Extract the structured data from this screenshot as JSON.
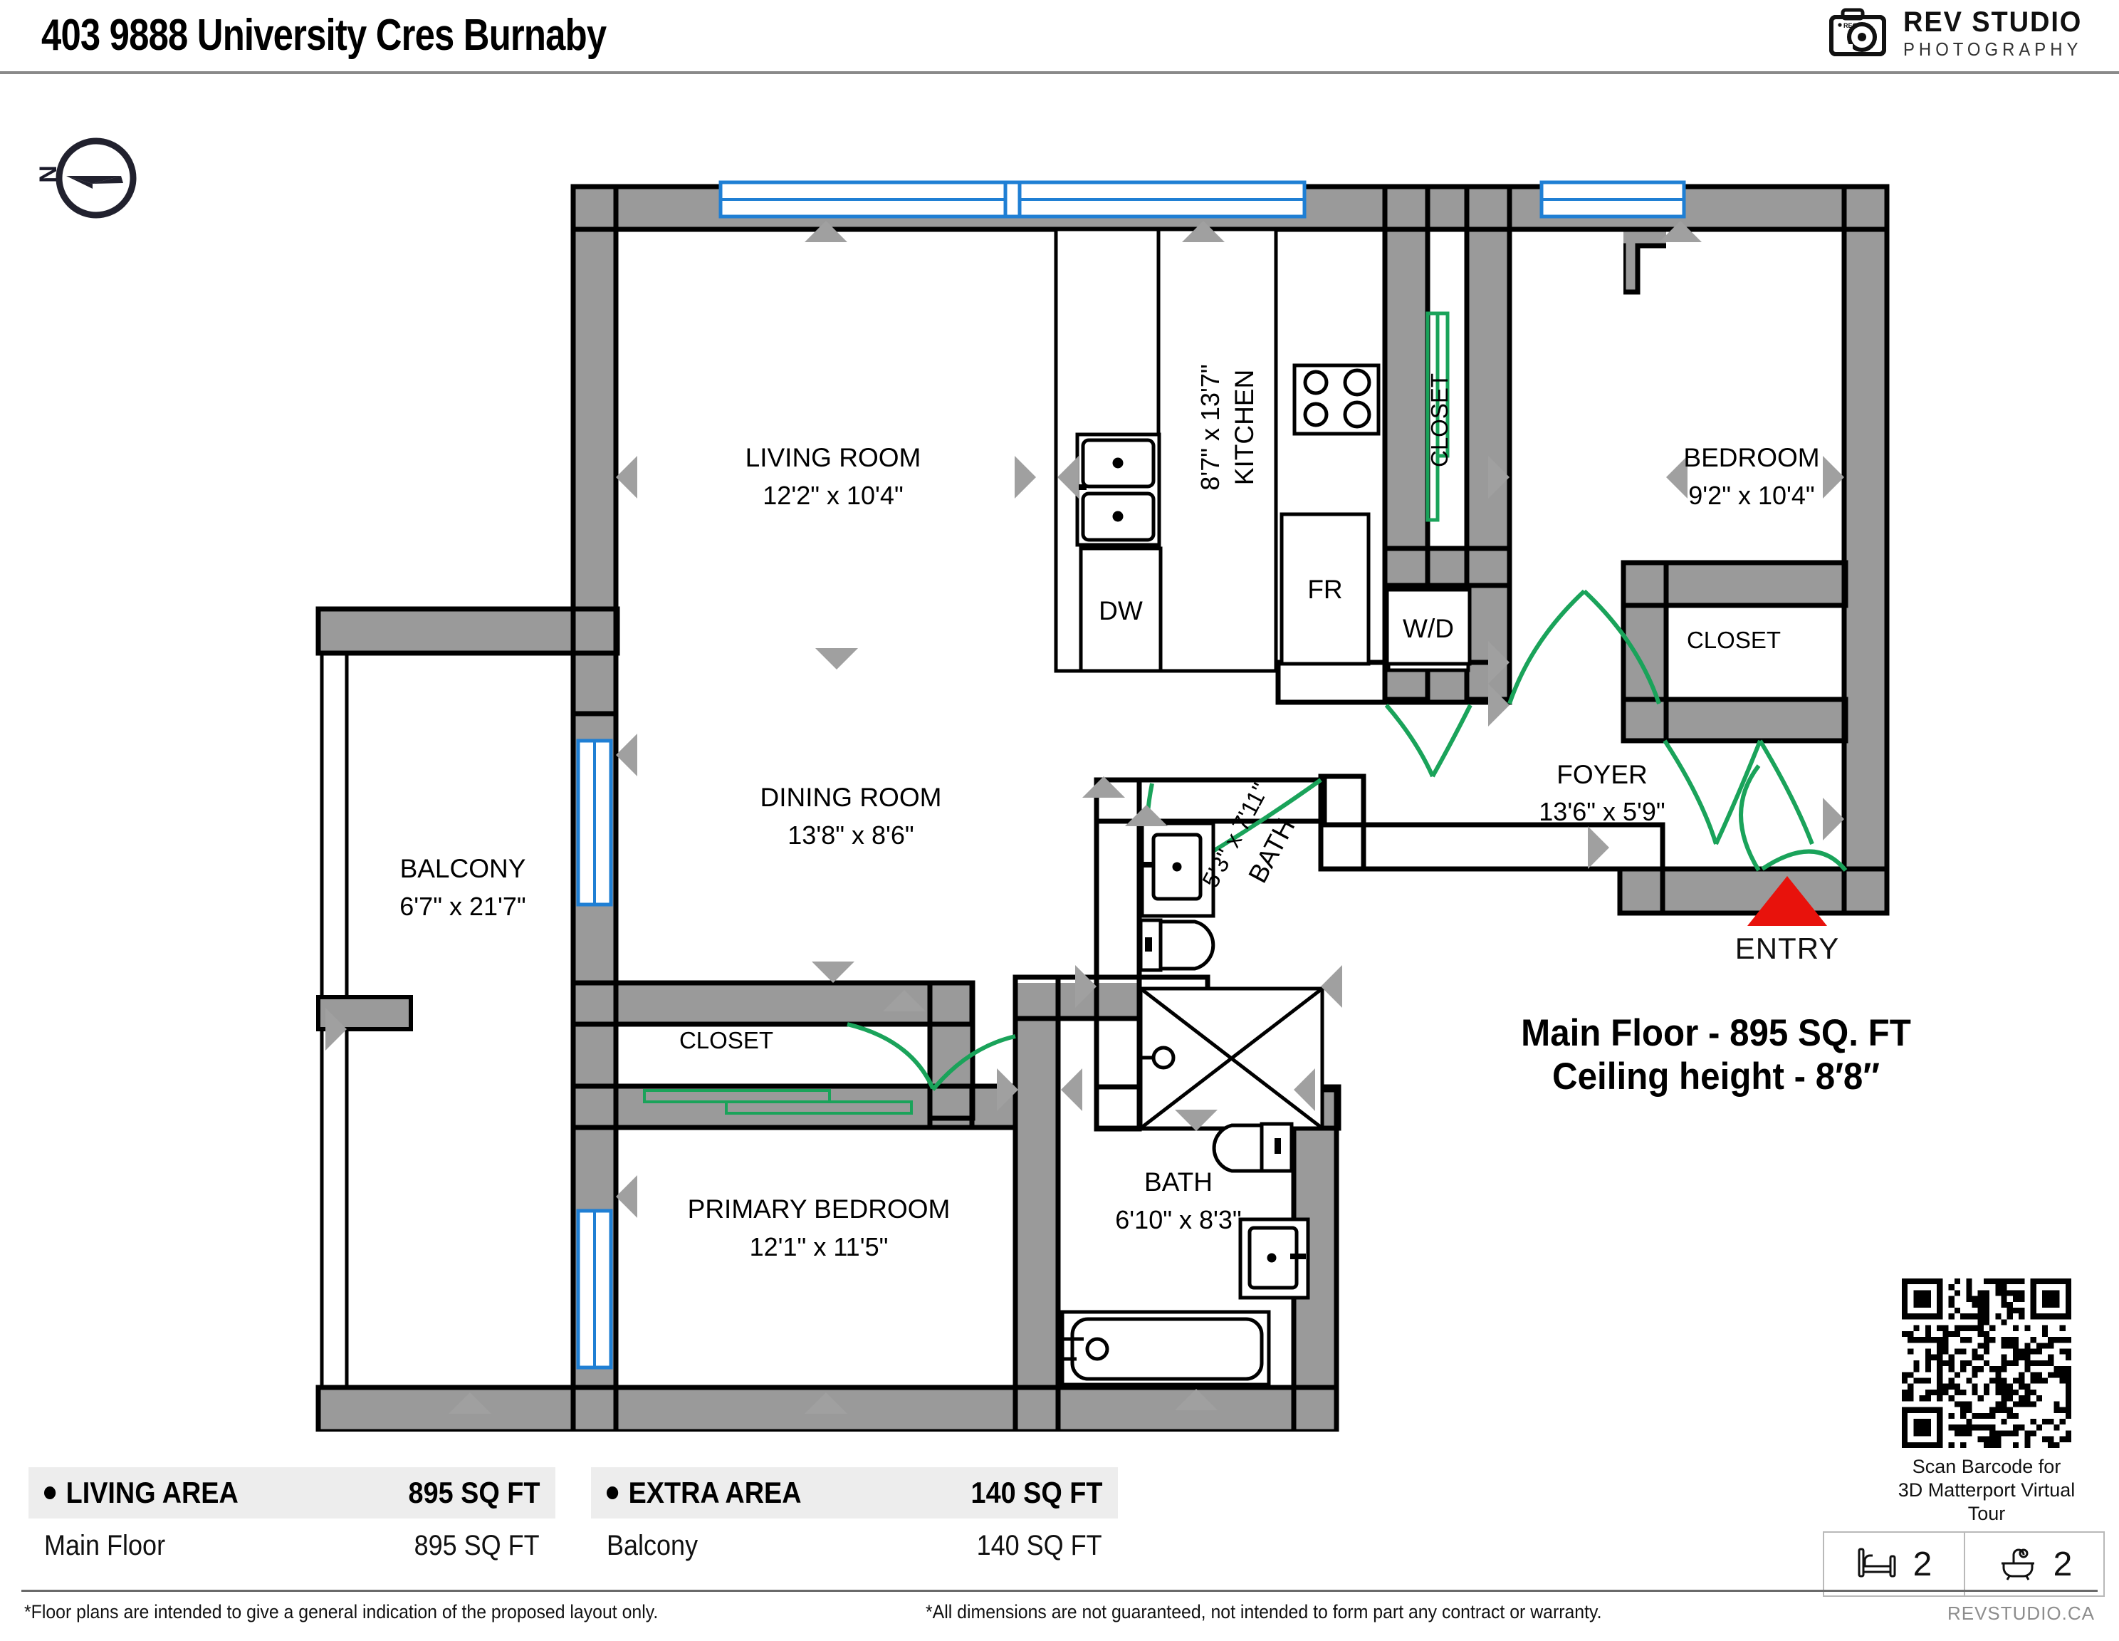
{
  "header": {
    "title": "403 9888 University Cres Burnaby",
    "brand_name": "REV STUDIO",
    "brand_sub": "PHOTOGRAPHY",
    "brand_icon": "camera-icon"
  },
  "compass": {
    "north_label": "N",
    "icon": "compass-needle-icon"
  },
  "floorplan": {
    "rooms": [
      {
        "key": "living_room",
        "name": "LIVING ROOM",
        "dim": "12'2\" x 10'4\""
      },
      {
        "key": "kitchen",
        "name": "KITCHEN",
        "dim": "8'7\" x 13'7\""
      },
      {
        "key": "bedroom",
        "name": "BEDROOM",
        "dim": "9'2\" x 10'4\""
      },
      {
        "key": "closet_bedroom",
        "name": "CLOSET",
        "dim": ""
      },
      {
        "key": "closet_foyer",
        "name": "CLOSET",
        "dim": ""
      },
      {
        "key": "foyer",
        "name": "FOYER",
        "dim": "13'6\" x 5'9\""
      },
      {
        "key": "dining_room",
        "name": "DINING ROOM",
        "dim": "13'8\" x 8'6\""
      },
      {
        "key": "balcony",
        "name": "BALCONY",
        "dim": "6'7\" x 21'7\""
      },
      {
        "key": "closet_primary",
        "name": "CLOSET",
        "dim": ""
      },
      {
        "key": "primary_bedroom",
        "name": "PRIMARY BEDROOM",
        "dim": "12'1\" x 11'5\""
      },
      {
        "key": "bath_ensuite",
        "name": "BATH",
        "dim": "5'3\" x 7'11\""
      },
      {
        "key": "bath_main",
        "name": "BATH",
        "dim": "6'10\" x 8'3\""
      }
    ],
    "fixtures": {
      "dishwasher": "DW",
      "fridge": "FR",
      "washer_dryer": "W/D"
    },
    "colors": {
      "wall_fill": "#9a9a9a",
      "wall_stroke": "#000000",
      "window": "#1f7fd4",
      "door_swing": "#1aa35a",
      "entry_marker": "#e8120c"
    }
  },
  "entry": {
    "label": "ENTRY",
    "marker": "red-triangle"
  },
  "floor_summary": {
    "line1": "Main Floor - 895 SQ. FT",
    "line2": "Ceiling height - 8′8″"
  },
  "qr": {
    "caption_line1": "Scan Barcode for",
    "caption_line2": "3D Matterport Virtual Tour"
  },
  "badges": [
    {
      "icon": "bed-icon",
      "count": "2"
    },
    {
      "icon": "bathtub-icon",
      "count": "2"
    }
  ],
  "area_summary": {
    "left": {
      "head_label": "LIVING AREA",
      "head_value": "895 SQ FT",
      "row_label": "Main Floor",
      "row_value": "895 SQ FT"
    },
    "right": {
      "head_label": "EXTRA AREA",
      "head_value": "140 SQ FT",
      "row_label": "Balcony",
      "row_value": "140 SQ FT"
    }
  },
  "footer": {
    "note_left": "*Floor plans are intended to give a general indication of the proposed layout only.",
    "note_right": "*All dimensions are not guaranteed, not intended to form part any contract or warranty.",
    "site": "REVSTUDIO.CA"
  }
}
